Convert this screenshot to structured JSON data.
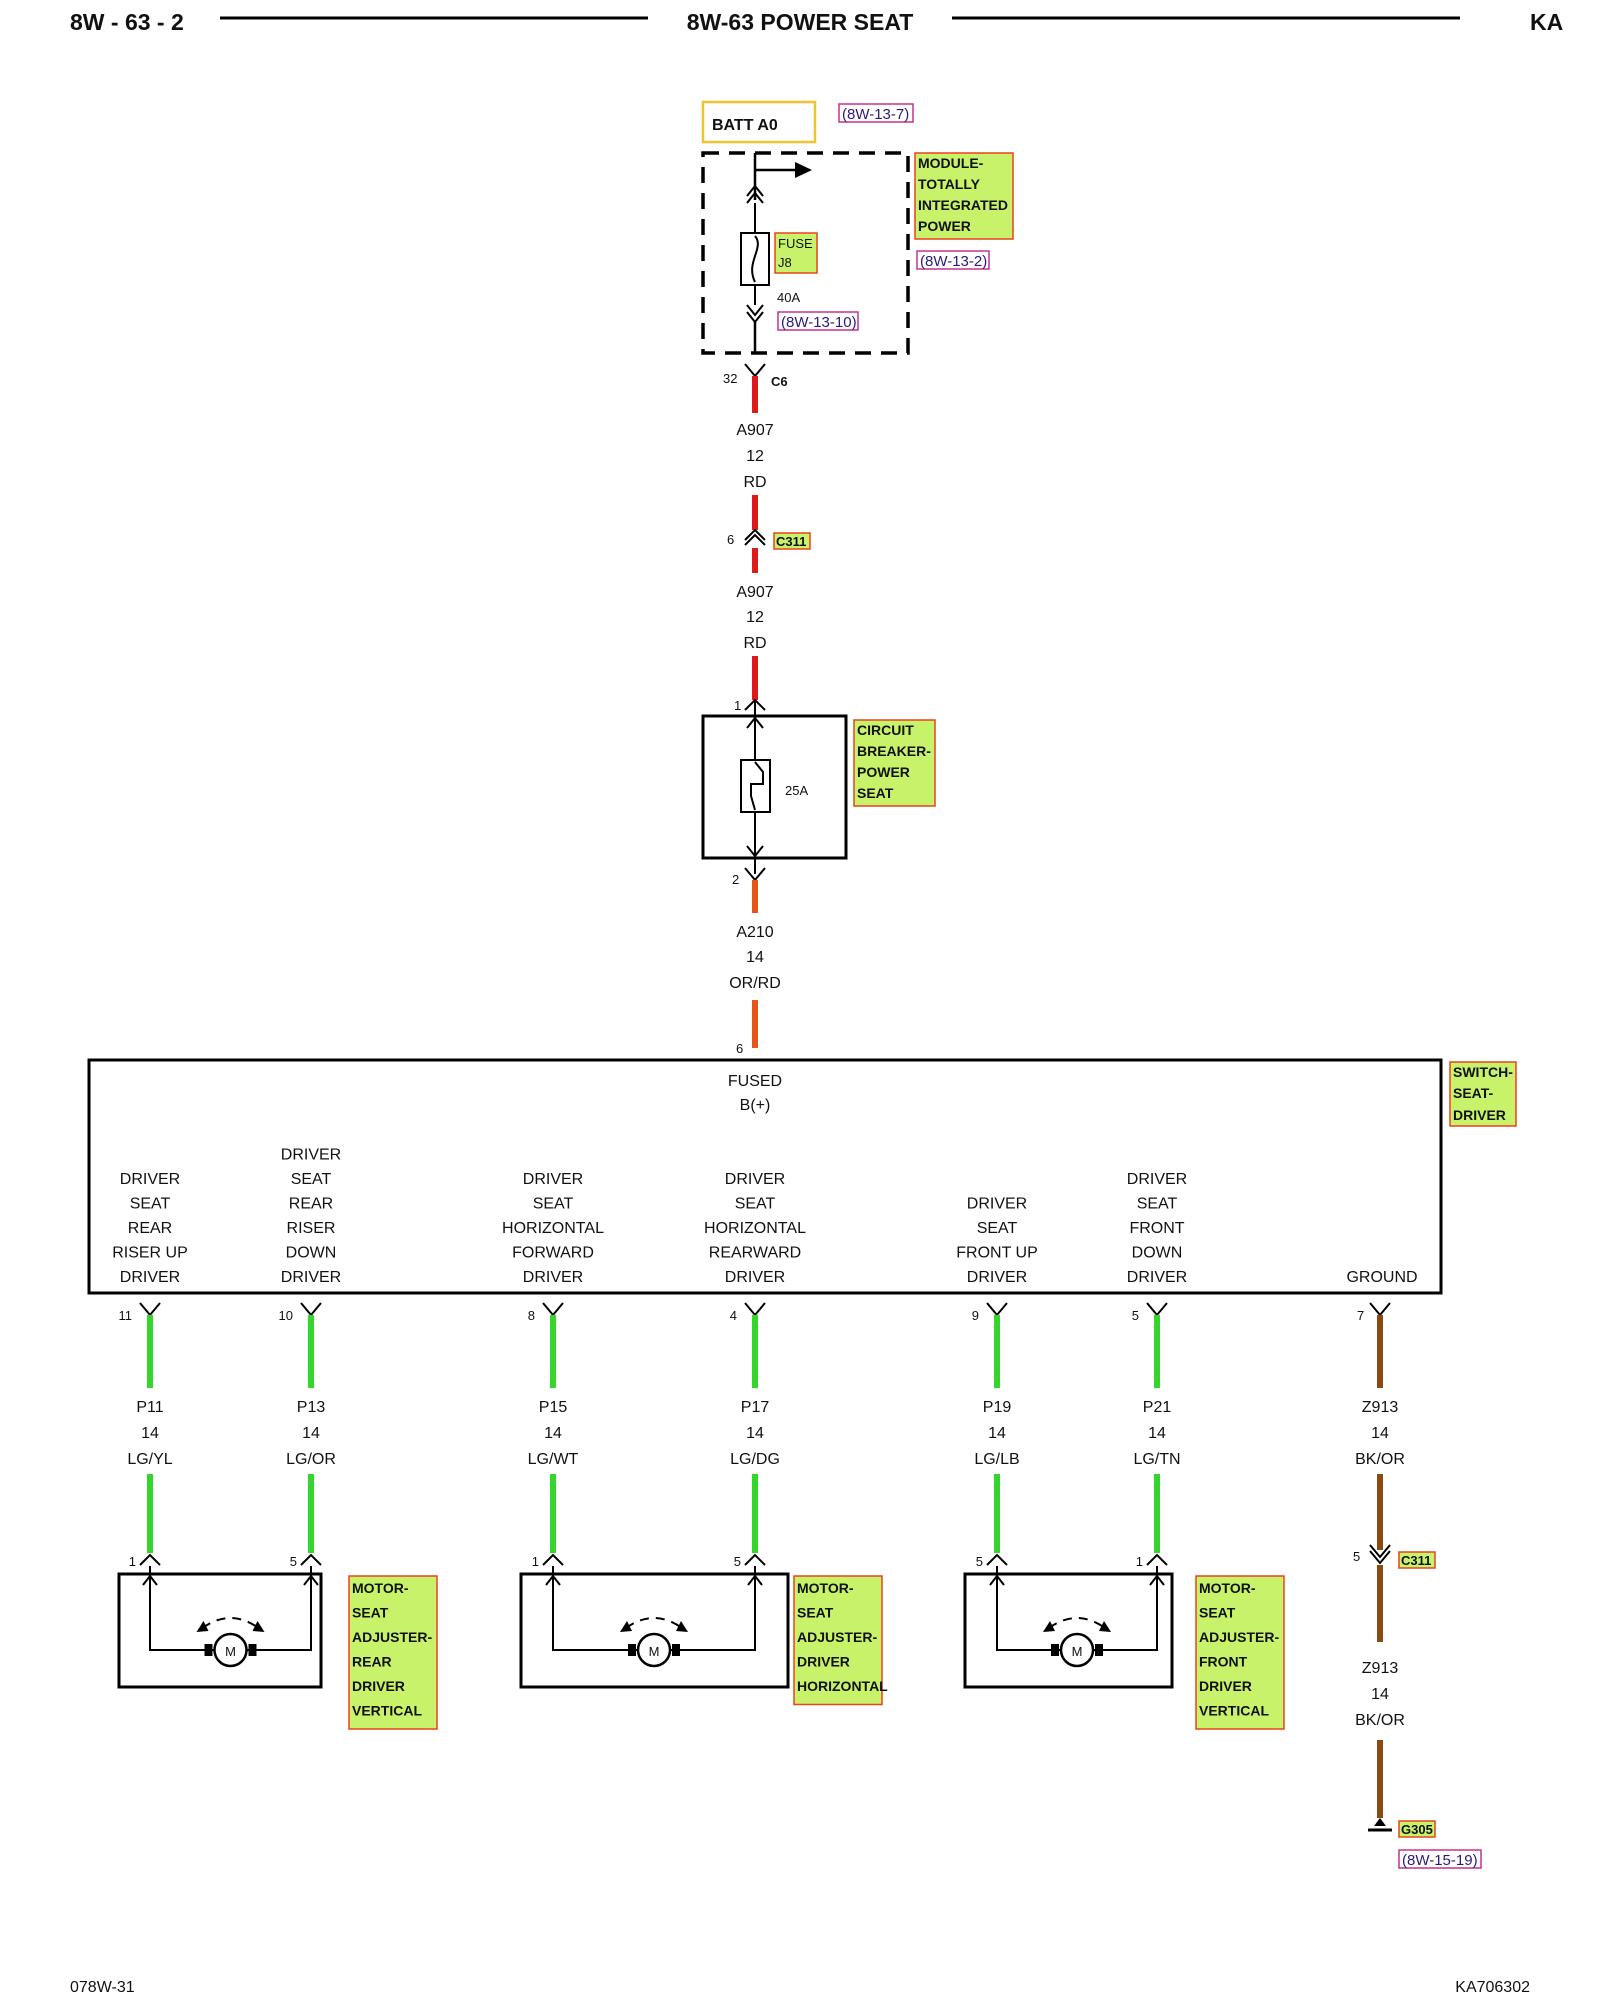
{
  "header": {
    "page_id": "8W - 63 - 2",
    "title": "8W-63 POWER SEAT",
    "model": "KA"
  },
  "footer": {
    "left": "078W-31",
    "right": "KA706302"
  },
  "power_source": {
    "label": "BATT A0",
    "xref": "(8W-13-7)"
  },
  "tipm": {
    "name_lines": [
      "MODULE-",
      "TOTALLY",
      "INTEGRATED",
      "POWER"
    ],
    "xref": "(8W-13-2)",
    "fuse_lines": [
      "FUSE",
      "J8"
    ],
    "fuse_rating": "40A",
    "fuse_xref": "(8W-13-10)"
  },
  "connectors": {
    "c6": {
      "name": "C6",
      "pin": "32"
    },
    "c311_a": {
      "name": "C311",
      "pin": "6"
    },
    "c311_b": {
      "name": "C311",
      "pin": "5"
    },
    "ground": {
      "name": "G305",
      "xref": "(8W-15-19)"
    }
  },
  "wires": {
    "a907_top": {
      "circuit": "A907",
      "gauge": "12",
      "color": "RD"
    },
    "a907_bottom": {
      "circuit": "A907",
      "gauge": "12",
      "color": "RD"
    },
    "a210": {
      "circuit": "A210",
      "gauge": "14",
      "color": "OR/RD"
    },
    "z913_top": {
      "circuit": "Z913",
      "gauge": "14",
      "color": "BK/OR"
    },
    "z913_bottom": {
      "circuit": "Z913",
      "gauge": "14",
      "color": "BK/OR"
    }
  },
  "circuit_breaker": {
    "name_lines": [
      "CIRCUIT",
      "BREAKER-",
      "POWER",
      "SEAT"
    ],
    "rating": "25A",
    "pin_in": "1",
    "pin_out": "2"
  },
  "switch": {
    "name_lines": [
      "SWITCH-",
      "SEAT-",
      "DRIVER"
    ],
    "feed_pin": "6",
    "feed_lines": [
      "FUSED",
      "B(+)"
    ],
    "outputs": [
      {
        "label_lines": [
          "DRIVER",
          "SEAT",
          "REAR",
          "RISER UP",
          "DRIVER"
        ],
        "pin": "11",
        "circuit": "P11",
        "gauge": "14",
        "color": "LG/YL",
        "motor_pin": "1"
      },
      {
        "label_lines": [
          "DRIVER",
          "SEAT",
          "REAR",
          "RISER",
          "DOWN",
          "DRIVER"
        ],
        "pin": "10",
        "circuit": "P13",
        "gauge": "14",
        "color": "LG/OR",
        "motor_pin": "5"
      },
      {
        "label_lines": [
          "DRIVER",
          "SEAT",
          "HORIZONTAL",
          "FORWARD",
          "DRIVER"
        ],
        "pin": "8",
        "circuit": "P15",
        "gauge": "14",
        "color": "LG/WT",
        "motor_pin": "1"
      },
      {
        "label_lines": [
          "DRIVER",
          "SEAT",
          "HORIZONTAL",
          "REARWARD",
          "DRIVER"
        ],
        "pin": "4",
        "circuit": "P17",
        "gauge": "14",
        "color": "LG/DG",
        "motor_pin": "5"
      },
      {
        "label_lines": [
          "DRIVER",
          "SEAT",
          "FRONT UP",
          "DRIVER"
        ],
        "pin": "9",
        "circuit": "P19",
        "gauge": "14",
        "color": "LG/LB",
        "motor_pin": "5"
      },
      {
        "label_lines": [
          "DRIVER",
          "SEAT",
          "FRONT",
          "DOWN",
          "DRIVER"
        ],
        "pin": "5",
        "circuit": "P21",
        "gauge": "14",
        "color": "LG/TN",
        "motor_pin": "1"
      }
    ],
    "ground": {
      "label": "GROUND",
      "pin": "7"
    }
  },
  "motors": [
    {
      "name_lines": [
        "MOTOR-",
        "SEAT",
        "ADJUSTER-",
        "REAR",
        "DRIVER",
        "VERTICAL"
      ],
      "symbol": "M"
    },
    {
      "name_lines": [
        "MOTOR-",
        "SEAT",
        "ADJUSTER-",
        "DRIVER",
        "HORIZONTAL"
      ],
      "symbol": "M"
    },
    {
      "name_lines": [
        "MOTOR-",
        "SEAT",
        "ADJUSTER-",
        "FRONT",
        "DRIVER",
        "VERTICAL"
      ],
      "symbol": "M"
    }
  ],
  "colors": {
    "red_wire": "#e0191c",
    "orange_red_wire": "#e8541a",
    "green_wire": "#35d62b",
    "black_orange_wire": "#8a4a10",
    "highlight_fill": "#c8f26a",
    "highlight_border": "#e8431e",
    "batt_border": "#f2c230",
    "xref_border": "#c6318f"
  }
}
